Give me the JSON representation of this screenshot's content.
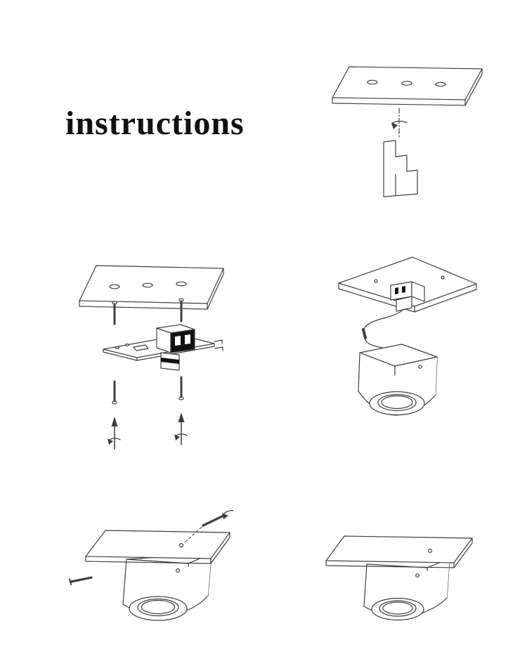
{
  "page": {
    "title": "instructions",
    "background_color": "#ffffff",
    "line_color": "#3f3f3f",
    "accent_black": "#111111"
  },
  "figures": [
    {
      "name": "step-ceiling-plate-with-twist-lock-bracket"
    },
    {
      "name": "step-exploded-plate-bracket-screws-arrows"
    },
    {
      "name": "step-wire-connection-plate-to-lamp"
    },
    {
      "name": "step-side-screw-fixing-lamp"
    },
    {
      "name": "step-assembled-ceiling-spotlight"
    }
  ]
}
